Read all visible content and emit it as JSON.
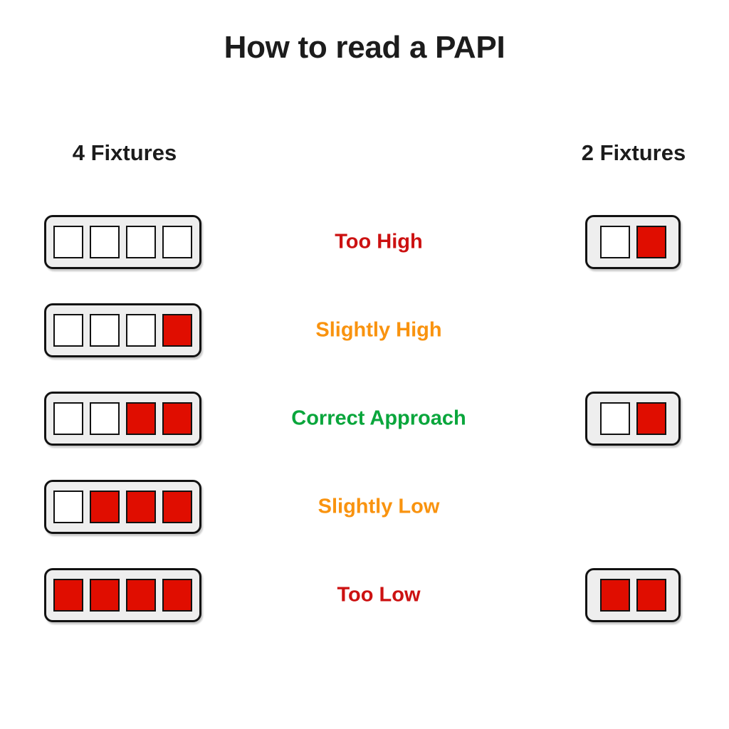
{
  "title": "How to read a PAPI",
  "columns": {
    "left_heading": "4 Fixtures",
    "right_heading": "2 Fixtures"
  },
  "colors": {
    "lamp_red": "#e00d00",
    "lamp_white": "#ffffff",
    "bar_body": "#eeeeee",
    "bar_outline": "#121212",
    "label_too_high": "#cc1111",
    "label_slightly_high": "#f9930f",
    "label_correct": "#0aa63c",
    "label_slightly_low": "#f9930f",
    "label_too_low": "#cc1111",
    "title_text": "#1c1c1c"
  },
  "rows": [
    {
      "label": "Too High",
      "label_color": "#cc1111",
      "four_fixture": [
        "white",
        "white",
        "white",
        "white"
      ],
      "two_fixture": [
        "white",
        "red"
      ]
    },
    {
      "label": "Slightly High",
      "label_color": "#f9930f",
      "four_fixture": [
        "white",
        "white",
        "white",
        "red"
      ],
      "two_fixture": []
    },
    {
      "label": "Correct Approach",
      "label_color": "#0aa63c",
      "four_fixture": [
        "white",
        "white",
        "red",
        "red"
      ],
      "two_fixture": [
        "white",
        "red"
      ]
    },
    {
      "label": "Slightly Low",
      "label_color": "#f9930f",
      "four_fixture": [
        "white",
        "red",
        "red",
        "red"
      ],
      "two_fixture": []
    },
    {
      "label": "Too Low",
      "label_color": "#cc1111",
      "four_fixture": [
        "red",
        "red",
        "red",
        "red"
      ],
      "two_fixture": [
        "red",
        "red"
      ]
    }
  ]
}
